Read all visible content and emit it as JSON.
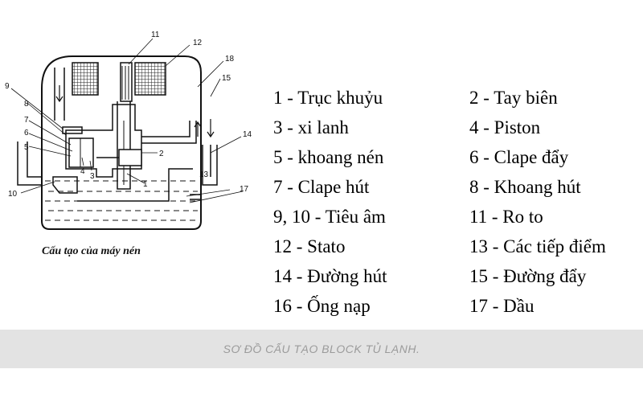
{
  "diagram": {
    "caption": "Cấu tạo của máy nén",
    "callout_numbers": [
      "1",
      "2",
      "3",
      "4",
      "5",
      "6",
      "7",
      "8",
      "9",
      "10",
      "11",
      "12",
      "13",
      "14",
      "15",
      "17",
      "18"
    ]
  },
  "legend": {
    "rows": [
      {
        "left": "1 - Trục khuỷu",
        "right": "2 - Tay biên"
      },
      {
        "left": "3 - xi lanh",
        "right": "4 - Piston"
      },
      {
        "left": "5 - khoang  nén",
        "right": "6 - Clape đẩy"
      },
      {
        "left": "7 - Clape hút",
        "right": "8 - Khoang hút"
      },
      {
        "left": "9, 10 - Tiêu âm",
        "right": "11 - Ro to"
      },
      {
        "left": "12 - Stato",
        "right": "13 - Các tiếp điểm"
      },
      {
        "left": "14 - Đường hút",
        "right": "15 - Đường đẩy"
      },
      {
        "left": "16 - Ống nạp",
        "right": "17 - Dầu"
      }
    ]
  },
  "banner": {
    "text": "SƠ ĐỒ CẤU TẠO BLOCK TỦ LẠNH."
  }
}
